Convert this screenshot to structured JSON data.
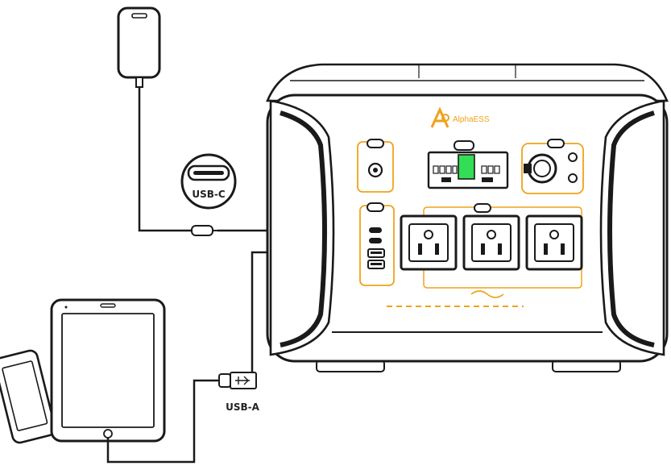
{
  "labels": {
    "usb_c": "USB-C",
    "usb_a": "USB-A",
    "brand": "AlphaESS"
  },
  "colors": {
    "line": "#1a1a1a",
    "accent": "#f0a21a",
    "display_green": "#33dd55"
  },
  "icons": {
    "brand_logo": "alphaess-logo-icon",
    "outlet": "ac-outlet-icon",
    "phone": "smartphone-icon",
    "tablet": "tablet-icon"
  }
}
